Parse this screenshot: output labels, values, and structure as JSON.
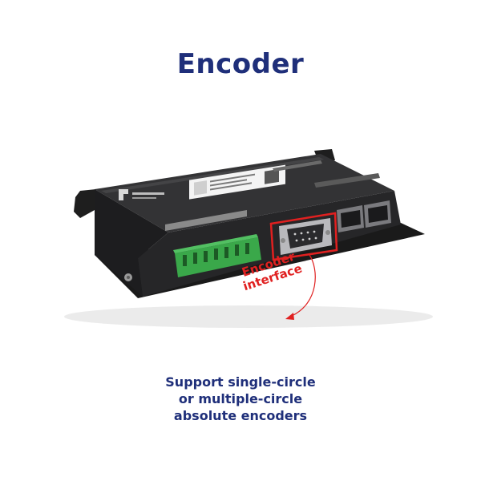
{
  "title": "Encoder",
  "annotation": {
    "line1": "Encoder",
    "line2": "interface"
  },
  "caption": {
    "line1": "Support single-circle",
    "line2": "or multiple-circle",
    "line3": "absolute encoders"
  },
  "colors": {
    "title": "#1f2f7a",
    "annotation": "#e02020",
    "device_body": "#2a2a2a",
    "terminal_block": "#3aa84a"
  }
}
